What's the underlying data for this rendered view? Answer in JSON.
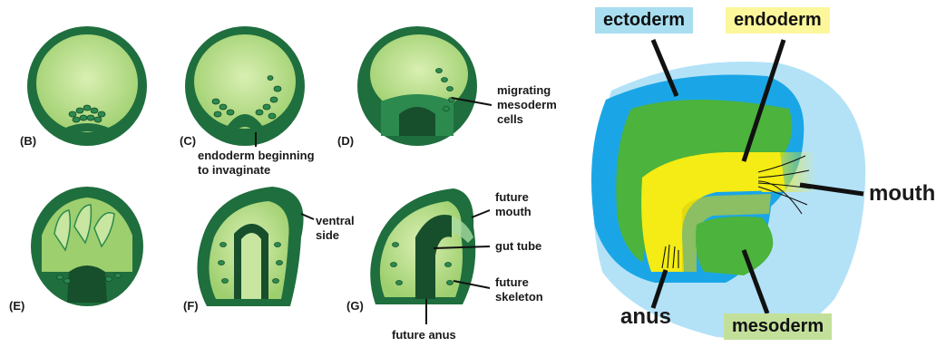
{
  "panels": {
    "b": "(B)",
    "c": "(C)",
    "d": "(D)",
    "e": "(E)",
    "f": "(F)",
    "g": "(G)"
  },
  "annotations": {
    "endoderm_invaginate_1": "endoderm beginning",
    "endoderm_invaginate_2": "to invaginate",
    "migrating_1": "migrating",
    "migrating_2": "mesoderm",
    "migrating_3": "cells",
    "ventral_1": "ventral",
    "ventral_2": "side",
    "future_mouth_1": "future",
    "future_mouth_2": "mouth",
    "gut_tube": "gut tube",
    "future_skeleton_1": "future",
    "future_skeleton_2": "skeleton",
    "future_anus": "future anus"
  },
  "germ_layers": {
    "ectoderm": {
      "label": "ectoderm",
      "color": "#a8def0"
    },
    "endoderm": {
      "label": "endoderm",
      "color": "#fdf79b"
    },
    "mesoderm": {
      "label": "mesoderm",
      "color": "#c2e09a"
    },
    "mouth": "mouth",
    "anus": "anus"
  },
  "colors": {
    "embryo_dark": "#1f6e3e",
    "embryo_mid": "#2c8a4e",
    "embryo_light": "#c8e6a0",
    "ecto_blue": "#1aa6e6",
    "ecto_light": "#b3e2f7",
    "meso_green": "#4cb33c",
    "endo_yellow": "#f4ec14"
  }
}
